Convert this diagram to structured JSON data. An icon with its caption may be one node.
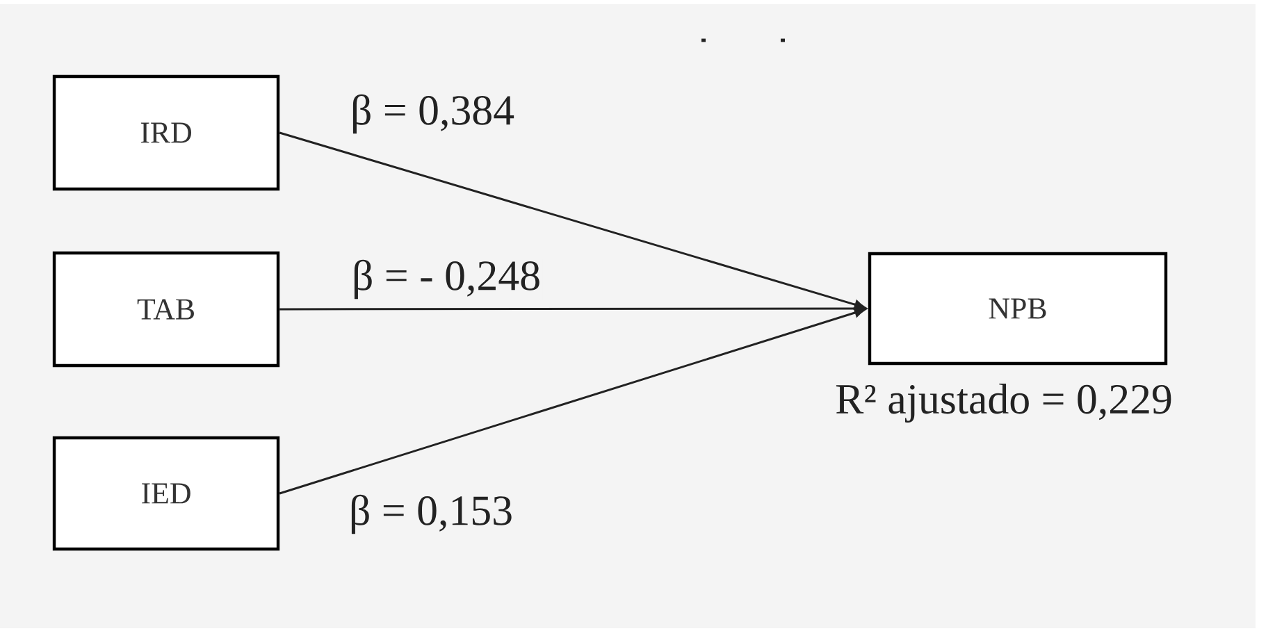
{
  "diagram": {
    "nodes": [
      {
        "text": [
          "IRD"
        ]
      },
      {
        "text": [
          "TAB"
        ]
      },
      {
        "text": [
          "IED"
        ]
      },
      {
        "text": [
          "NPB"
        ],
        "beside": [
          "R² ajustado = 0,229"
        ]
      }
    ],
    "edges": [
      {
        "from": 0,
        "to": 3,
        "arrow": "to",
        "label": "β = 0,384"
      },
      {
        "from": 1,
        "to": 3,
        "arrow": "to",
        "label": "β = - 0,248"
      },
      {
        "from": 2,
        "to": 3,
        "arrow": "to",
        "label": "β = 0,153"
      }
    ]
  }
}
